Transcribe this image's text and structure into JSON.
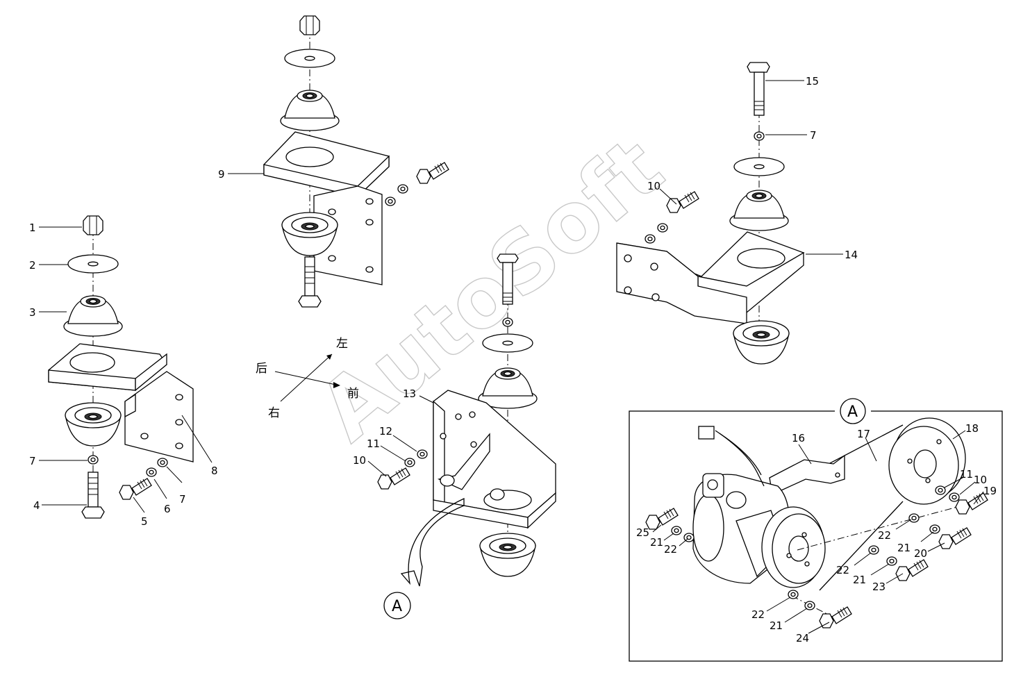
{
  "watermark": "AutoSoft",
  "callouts": {
    "c1": "1",
    "c2": "2",
    "c3": "3",
    "c4": "4",
    "c5": "5",
    "c6": "6",
    "c7a": "7",
    "c7b": "7",
    "c7c": "7",
    "c8": "8",
    "c9": "9",
    "c10a": "10",
    "c10b": "10",
    "c10c": "10",
    "c11a": "11",
    "c11b": "11",
    "c12": "12",
    "c13": "13",
    "c14": "14",
    "c15": "15",
    "c16": "16",
    "c17": "17",
    "c18": "18",
    "c19": "19",
    "c20": "20",
    "c21a": "21",
    "c21b": "21",
    "c21c": "21",
    "c21d": "21",
    "c22a": "22",
    "c22b": "22",
    "c22c": "22",
    "c22d": "22",
    "c23": "23",
    "c24": "24",
    "c25": "25"
  },
  "directions": {
    "left": "左",
    "rear": "后",
    "front": "前",
    "right": "右"
  },
  "detail_view": {
    "marker": "A",
    "reference_marker": "A"
  }
}
